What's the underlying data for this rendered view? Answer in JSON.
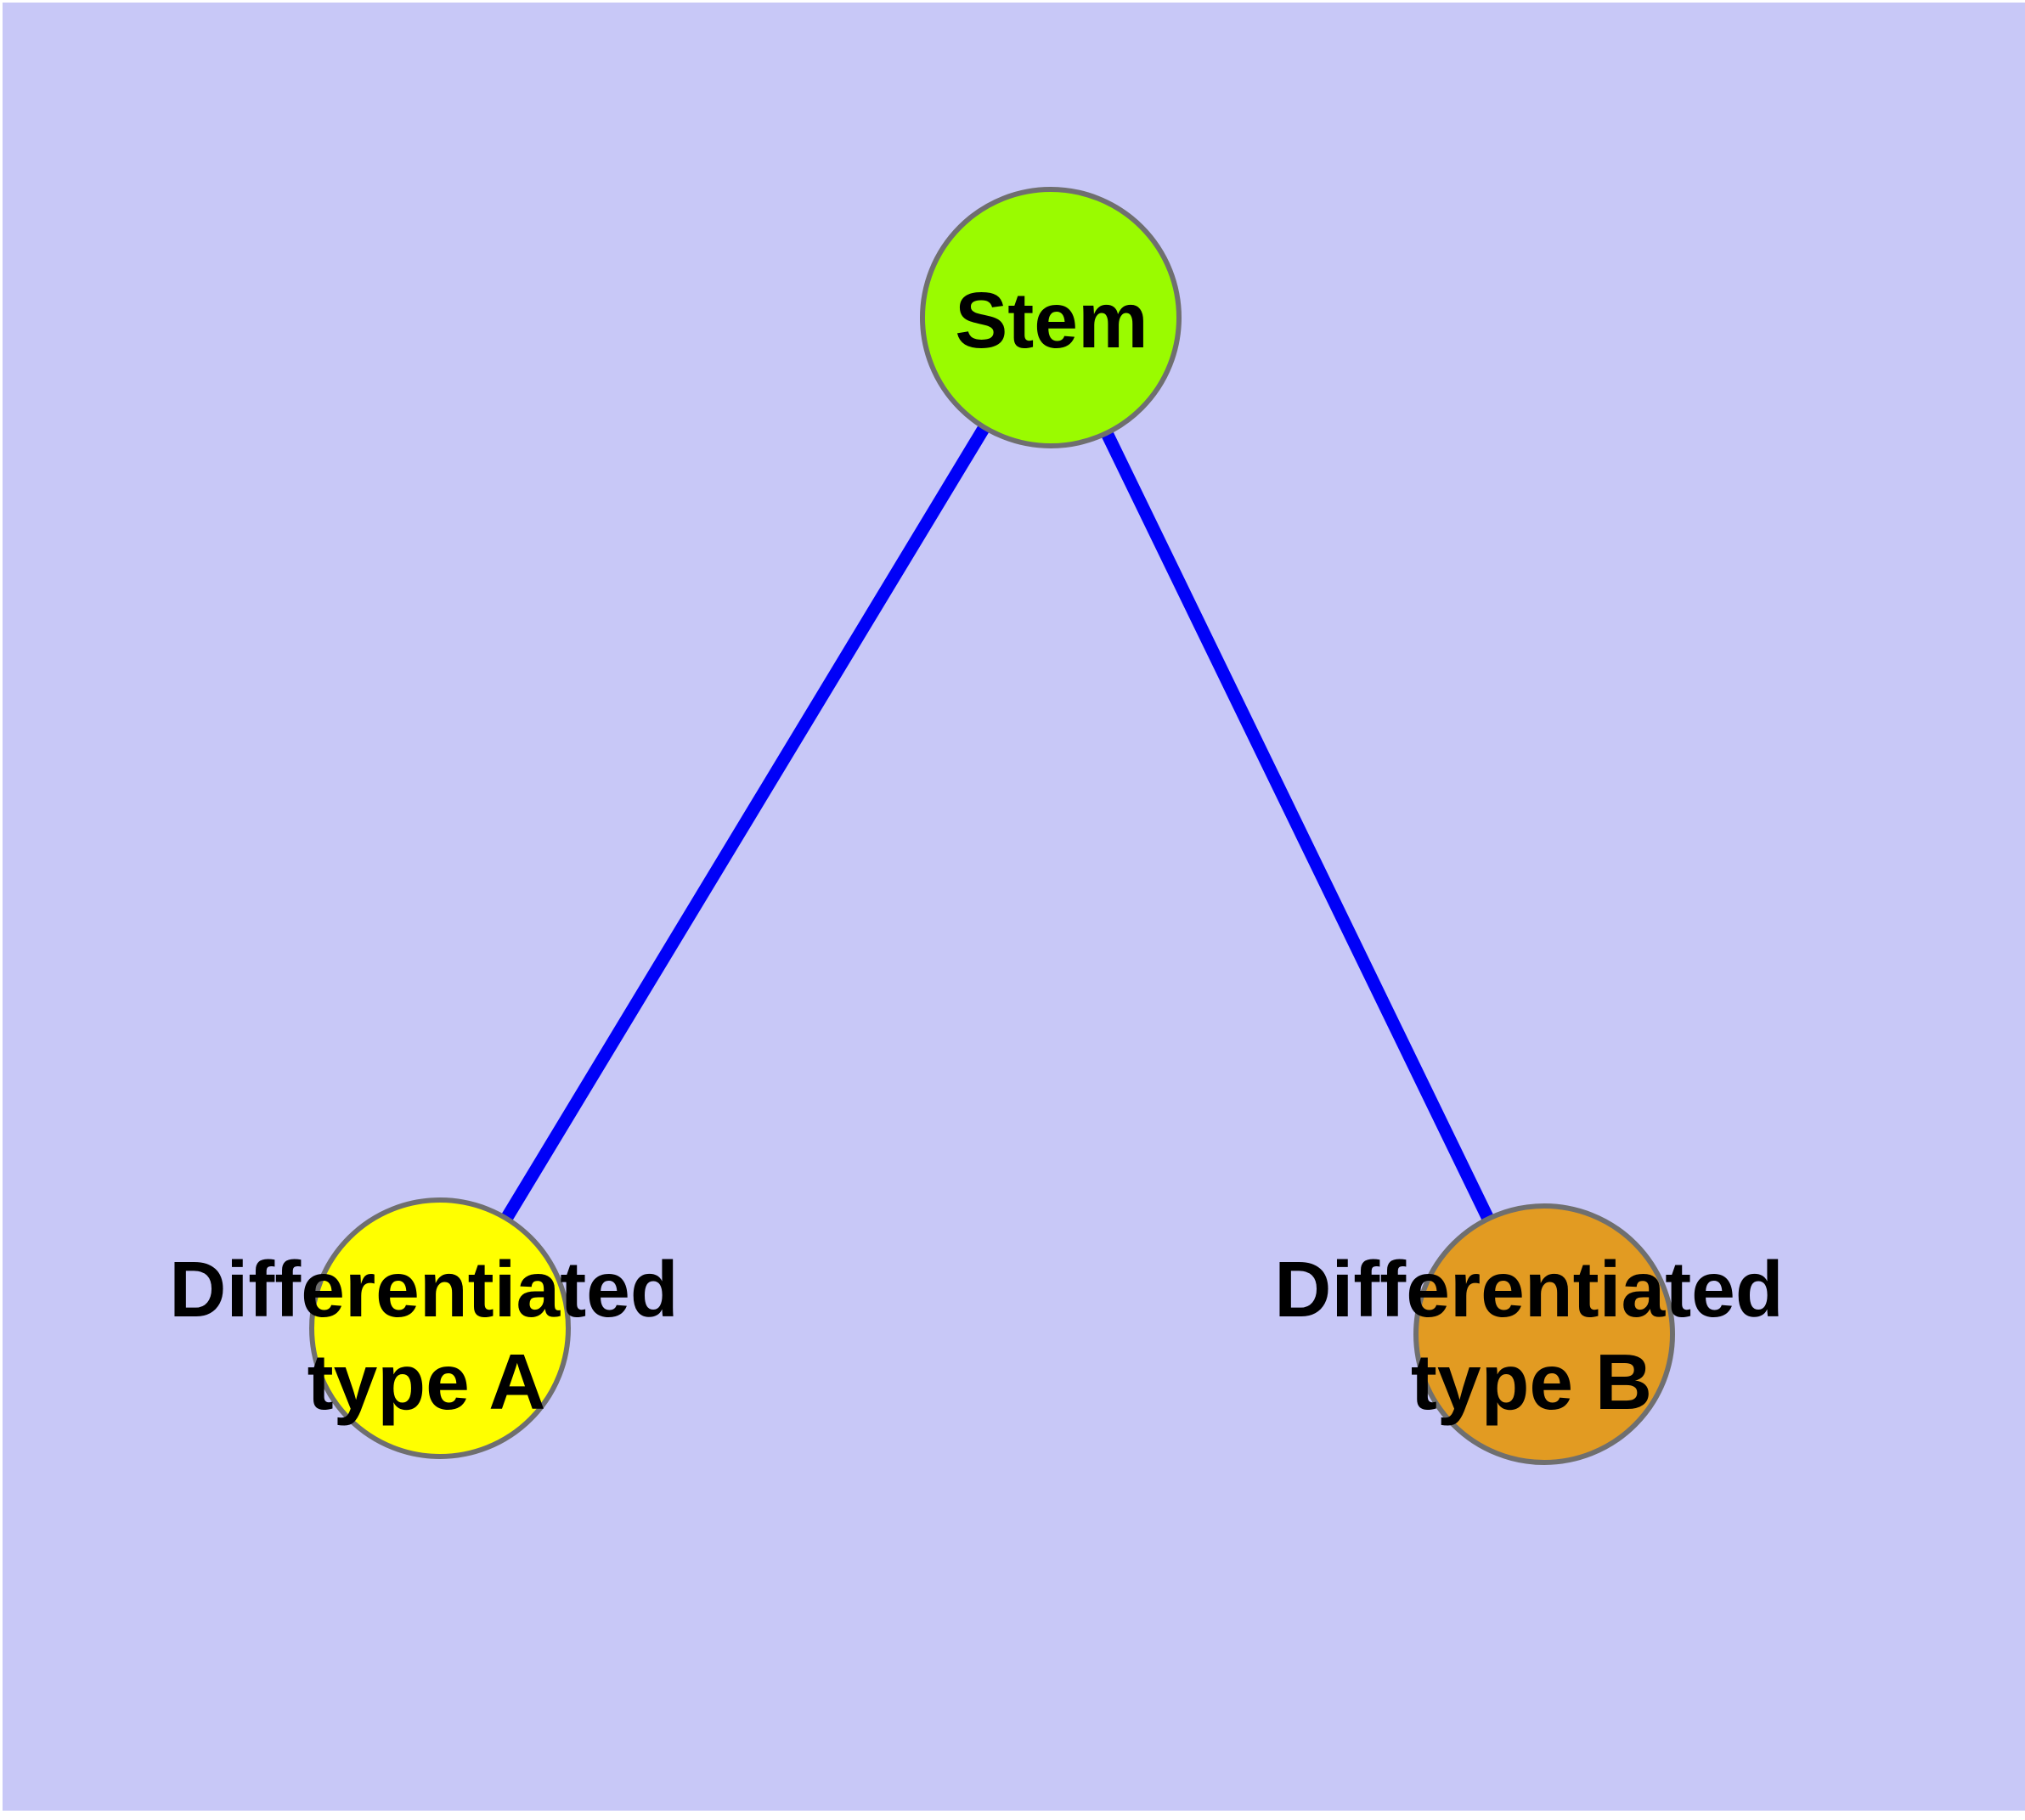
{
  "diagram": {
    "type": "node-link-graph",
    "background_color": "#c8c8f7",
    "page_margin_color": "#ffffff",
    "edge_color": "#0000f8",
    "node_border_color": "#6f6f6f",
    "text_color": "#000000",
    "nodes": [
      {
        "id": "stem",
        "label": "Stem",
        "label_lines": [
          "Stem"
        ],
        "color": "#9afb00"
      },
      {
        "id": "differentiated-type-a",
        "label": "Differentiated type A",
        "label_lines": [
          "Differentiated",
          "type A"
        ],
        "color": "#ffff00"
      },
      {
        "id": "differentiated-type-b",
        "label": "Differentiated type B",
        "label_lines": [
          "Differentiated",
          "type B"
        ],
        "color": "#e29b22"
      }
    ],
    "edges": [
      {
        "from": "stem",
        "to": "differentiated-type-a"
      },
      {
        "from": "stem",
        "to": "differentiated-type-b"
      }
    ]
  }
}
